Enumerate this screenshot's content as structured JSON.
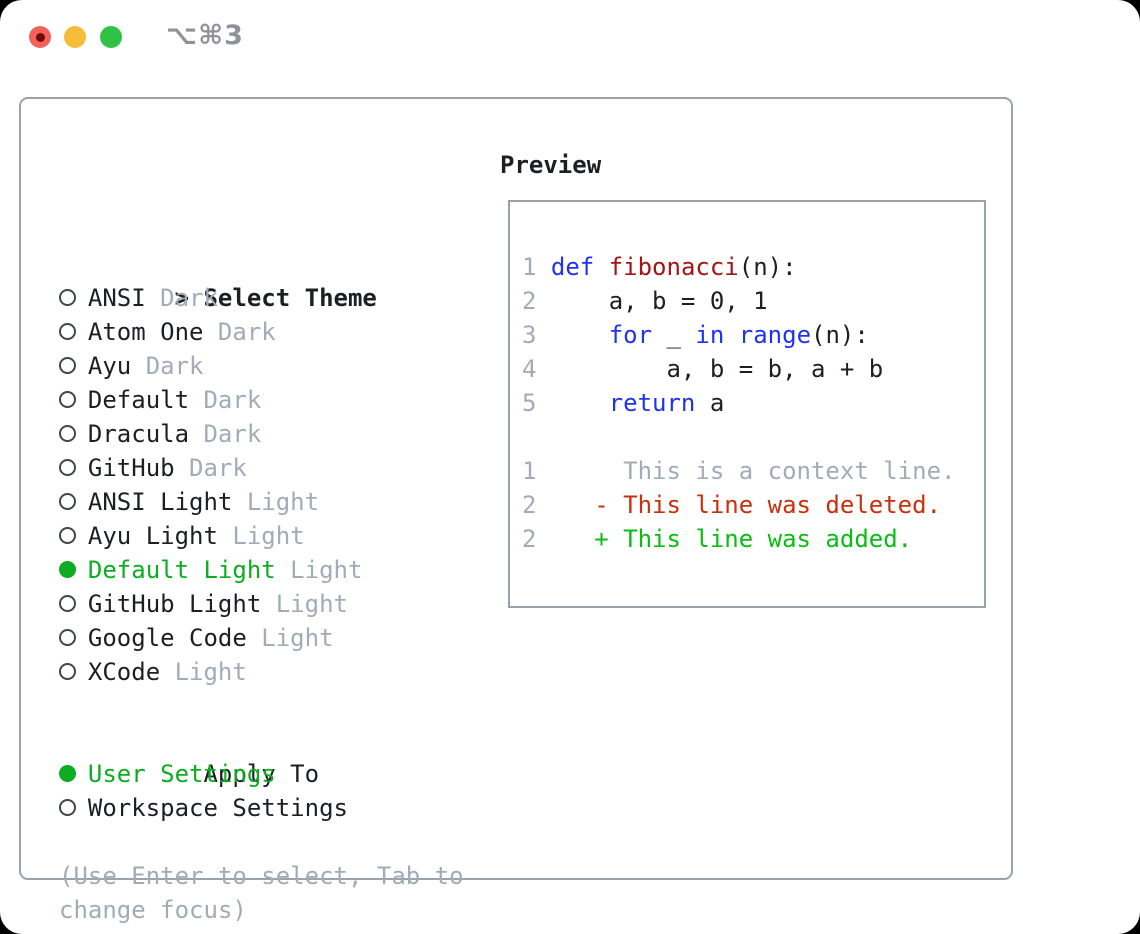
{
  "window": {
    "titlebar": {
      "shortcut": "⌥⌘3",
      "traffic_lights": [
        "close",
        "minimize",
        "zoom"
      ]
    }
  },
  "theme_picker": {
    "title_prefix": ">",
    "title": "Select Theme",
    "items": [
      {
        "name": "ANSI",
        "variant": "Dark",
        "selected": false
      },
      {
        "name": "Atom One",
        "variant": "Dark",
        "selected": false
      },
      {
        "name": "Ayu",
        "variant": "Dark",
        "selected": false
      },
      {
        "name": "Default",
        "variant": "Dark",
        "selected": false
      },
      {
        "name": "Dracula",
        "variant": "Dark",
        "selected": false
      },
      {
        "name": "GitHub",
        "variant": "Dark",
        "selected": false
      },
      {
        "name": "ANSI Light",
        "variant": "Light",
        "selected": false
      },
      {
        "name": "Ayu Light",
        "variant": "Light",
        "selected": false
      },
      {
        "name": "Default Light",
        "variant": "Light",
        "selected": true
      },
      {
        "name": "GitHub Light",
        "variant": "Light",
        "selected": false
      },
      {
        "name": "Google Code",
        "variant": "Light",
        "selected": false
      },
      {
        "name": "XCode",
        "variant": "Light",
        "selected": false
      }
    ],
    "apply_to": {
      "title": "Apply To",
      "options": [
        {
          "label": "User Settings",
          "selected": true
        },
        {
          "label": "Workspace Settings",
          "selected": false
        }
      ]
    },
    "hint_lines": [
      "(Use Enter to select, Tab to",
      "change focus)"
    ]
  },
  "preview": {
    "title": "Preview",
    "lines": [
      {
        "num": "1",
        "segs": [
          [
            "k",
            "def"
          ],
          [
            "p",
            " "
          ],
          [
            "f",
            "fibonacci"
          ],
          [
            "p",
            "(n):"
          ]
        ]
      },
      {
        "num": "2",
        "segs": [
          [
            "p",
            "    a, b = 0, 1"
          ]
        ]
      },
      {
        "num": "3",
        "segs": [
          [
            "p",
            "    "
          ],
          [
            "k",
            "for"
          ],
          [
            "p",
            " _ "
          ],
          [
            "k",
            "in"
          ],
          [
            "p",
            " "
          ],
          [
            "k",
            "range"
          ],
          [
            "p",
            "(n):"
          ]
        ]
      },
      {
        "num": "4",
        "segs": [
          [
            "p",
            "        a, b = b, a + b"
          ]
        ]
      },
      {
        "num": "5",
        "segs": [
          [
            "p",
            "    "
          ],
          [
            "k",
            "return"
          ],
          [
            "p",
            " a"
          ]
        ]
      },
      {
        "num": "",
        "segs": []
      },
      {
        "num": "1",
        "segs": [
          [
            "ctx",
            "     This is a context line."
          ]
        ]
      },
      {
        "num": "2",
        "segs": [
          [
            "del",
            "   - This line was deleted."
          ]
        ]
      },
      {
        "num": "2",
        "segs": [
          [
            "add",
            "   + This line was added."
          ]
        ]
      }
    ]
  },
  "colors": {
    "text": "#1c2025",
    "muted": "#a2abb7",
    "green": "#0cad21",
    "diff_green": "#09bd13",
    "diff_red": "#c9300c",
    "keyword_blue": "#2133ef",
    "function_red": "#a31414",
    "border": "#99a2ad",
    "circle": "#41474e",
    "traffic_red": "#f4615a",
    "traffic_red_dot": "#6f0c05",
    "traffic_yellow": "#f6bd3a",
    "traffic_green": "#30c245",
    "shortcut_gray": "#8f9298"
  }
}
